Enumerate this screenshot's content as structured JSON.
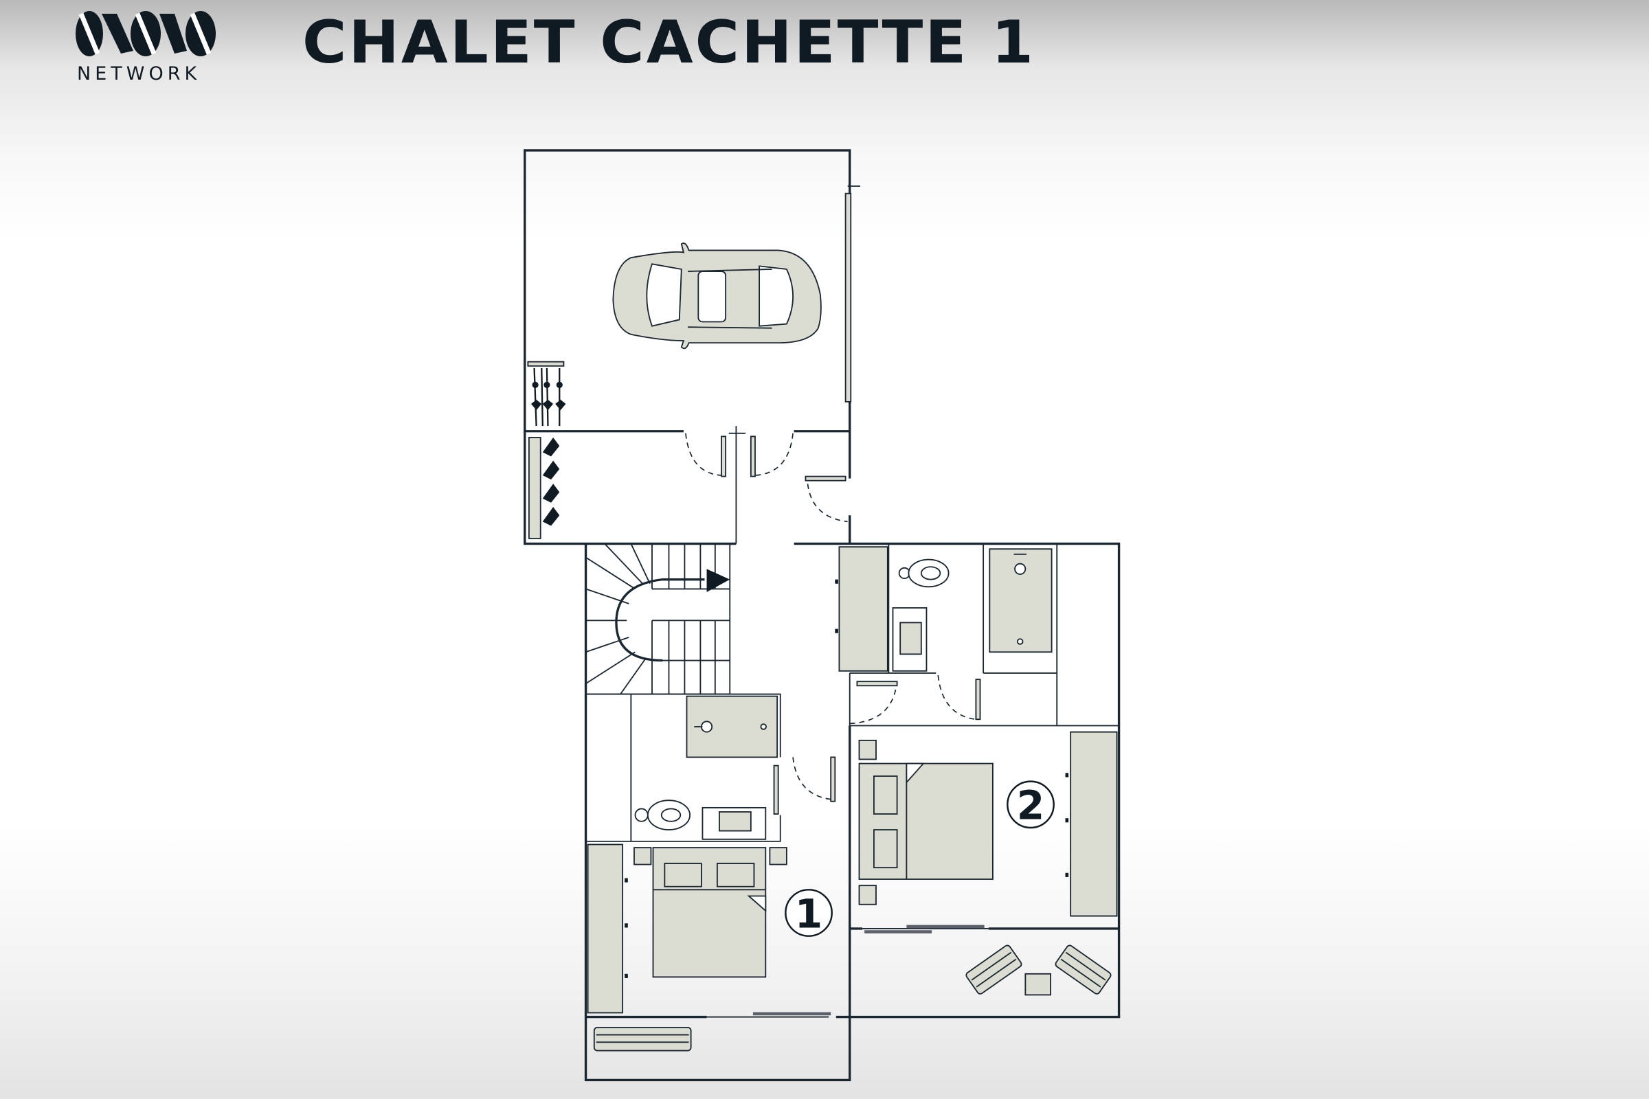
{
  "brand": {
    "logo_name": "ovo-logo",
    "network_label": "NETWORK"
  },
  "header": {
    "title": "CHALET CACHETTE 1"
  },
  "plan": {
    "rooms": [
      {
        "id": "bedroom-1",
        "label": "1"
      },
      {
        "id": "bedroom-2",
        "label": "2"
      }
    ]
  },
  "colors": {
    "ink": "#0f1a22",
    "furniture": "#dcddd2"
  }
}
